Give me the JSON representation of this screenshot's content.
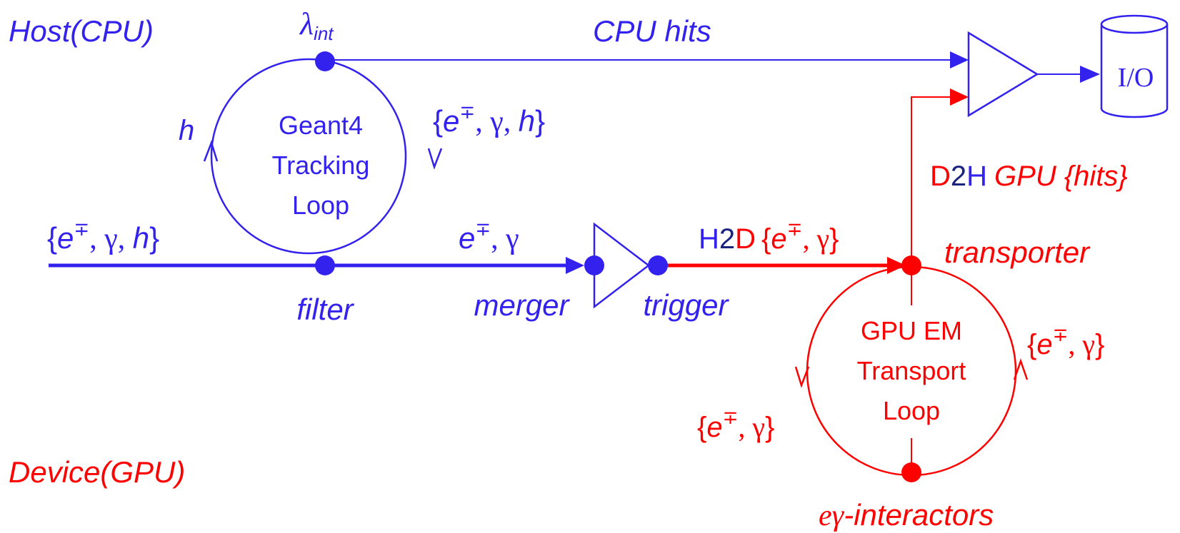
{
  "colors": {
    "host": "#3322ee",
    "device": "#ff0000",
    "d2h_two": "#1a237e"
  },
  "regions": {
    "host": "Host(CPU)",
    "device": "Device(GPU)"
  },
  "loops": {
    "cpu": {
      "line1": "Geant4",
      "line2": "Tracking",
      "line3": "Loop"
    },
    "gpu": {
      "line1": "GPU EM",
      "line2": "Transport",
      "line3": "Loop"
    }
  },
  "nodes": {
    "lambda": {
      "symbol": "λ",
      "sub": "int"
    },
    "filter": "filter",
    "merger": "merger",
    "trigger": "trigger",
    "transporter": "transporter",
    "interactors": {
      "prefix": "eγ",
      "suffix": "-interactors"
    },
    "io": "I/O"
  },
  "edges": {
    "cpu_hits": "CPU hits",
    "d2h": {
      "d": "D",
      "two": "2",
      "h": "H",
      "rest": "GPU {hits}"
    },
    "h2d": {
      "h": "H",
      "two": "2",
      "d": "D"
    },
    "h_left": "h"
  },
  "sets": {
    "input": {
      "open": "{",
      "e": "e",
      "sup": "∓",
      "rest": ", γ, ",
      "h": "h",
      "close": "}"
    },
    "cpu_right": {
      "open": "{",
      "e": "e",
      "sup": "∓",
      "rest": ", γ, ",
      "h": "h",
      "close": "}"
    },
    "to_merger": {
      "e": "e",
      "sup": "∓",
      "rest": ", γ"
    },
    "h2d_set": {
      "open": "{",
      "e": "e",
      "sup": "∓",
      "rest": ", γ",
      "close": "}"
    },
    "gpu_right": {
      "open": "{",
      "e": "e",
      "sup": "∓",
      "rest": ", γ",
      "close": "}"
    },
    "gpu_left": {
      "open": "{",
      "e": "e",
      "sup": "∓",
      "rest": ", γ",
      "close": "}"
    }
  }
}
